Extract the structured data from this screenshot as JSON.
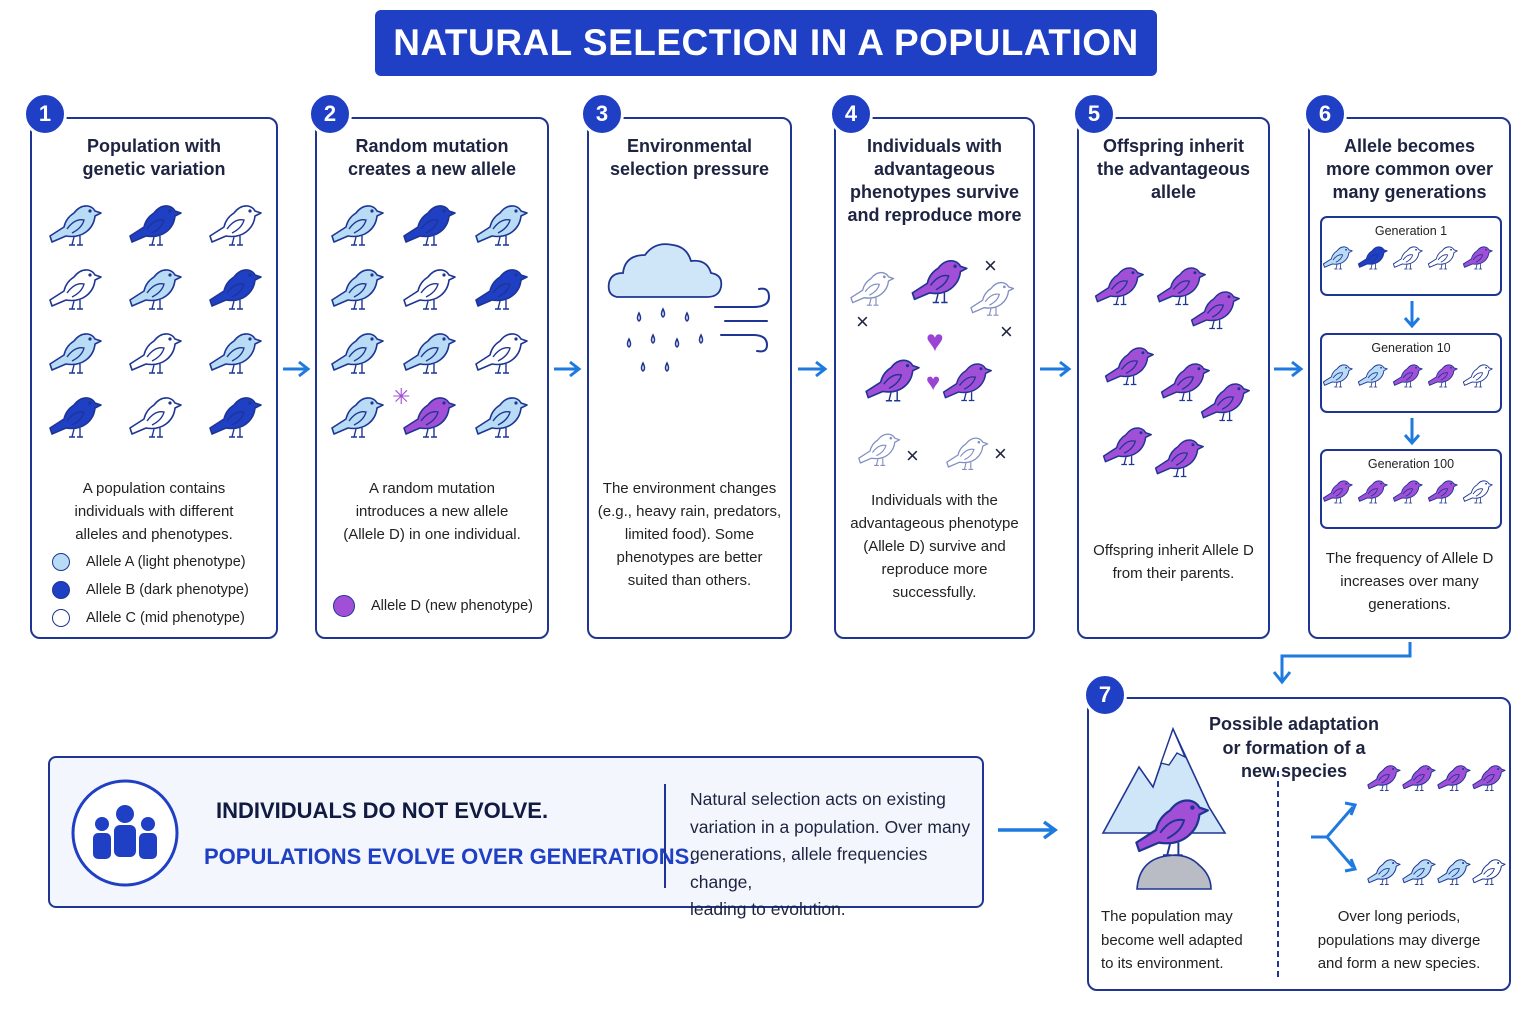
{
  "title": "NATURAL SELECTION IN A POPULATION",
  "colors": {
    "light": "#b8dcf5",
    "dark": "#1f3fc4",
    "mid": "#ffffff",
    "new": "#a24fd8",
    "accent": "#1f7ae0",
    "outline": "#1f3593"
  },
  "steps": [
    {
      "number": "1",
      "title": "Population with\ngenetic variation",
      "description": "A population contains\nindividuals with different\nalleles and phenotypes.",
      "legend": [
        {
          "label": "Allele A (light phenotype)"
        },
        {
          "label": "Allele B (dark phenotype)"
        },
        {
          "label": "Allele C (mid phenotype)"
        }
      ]
    },
    {
      "number": "2",
      "title": "Random mutation\ncreates a new allele",
      "description": "A random mutation\nintroduces a new allele\n(Allele D) in one individual.",
      "legend": [
        {
          "label": "Allele D (new phenotype)"
        }
      ]
    },
    {
      "number": "3",
      "title": "Environmental\nselection pressure",
      "description": "The environment changes\n(e.g., heavy rain, predators,\nlimited food). Some\nphenotypes are better\nsuited than others."
    },
    {
      "number": "4",
      "title": "Individuals with\nadvantageous\nphenotypes survive\nand reproduce more",
      "description": "Individuals with the\nadvantageous phenotype\n(Allele D) survive and\nreproduce more\nsuccessfully."
    },
    {
      "number": "5",
      "title": "Offspring inherit\nthe advantageous\nallele",
      "description": "Offspring inherit Allele D\nfrom their parents."
    },
    {
      "number": "6",
      "title": "Allele becomes\nmore common over\nmany generations",
      "description": "The frequency of Allele D\nincreases over many\ngenerations.",
      "generations": [
        {
          "label": "Generation 1"
        },
        {
          "label": "Generation 10"
        },
        {
          "label": "Generation 100"
        }
      ]
    },
    {
      "number": "7",
      "title": "Possible adaptation\nor formation of a\nnew species",
      "left_text": "The population may\nbecome well adapted\nto its environment.",
      "right_text": "Over long periods,\npopulations may diverge\nand form a new species."
    }
  ],
  "summary": {
    "line1": "INDIVIDUALS DO NOT EVOLVE.",
    "line2": "POPULATIONS EVOLVE OVER GENERATIONS.",
    "body": "Natural selection acts on existing\nvariation in a population. Over many\ngenerations, allele frequencies change,\nleading to evolution."
  }
}
